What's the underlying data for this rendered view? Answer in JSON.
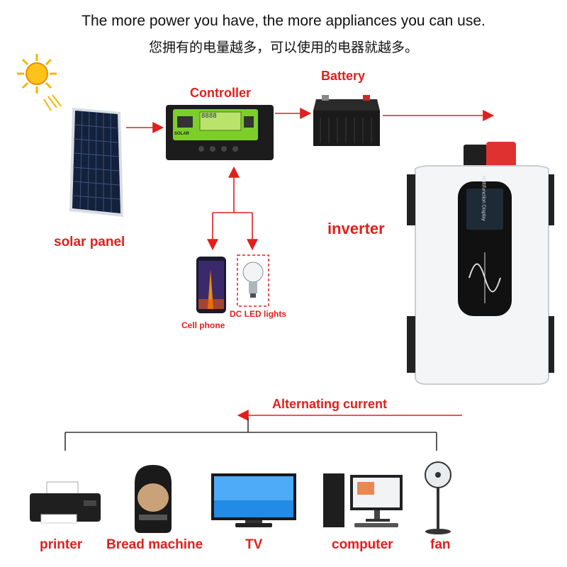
{
  "header": {
    "title_en": "The more power you have, the more appliances you can use.",
    "title_cn": "您拥有的电量越多，可以使用的电器就越多。"
  },
  "nodes": {
    "controller": "Controller",
    "battery": "Battery",
    "solar_panel": "solar panel",
    "inverter": "inverter",
    "cell_phone": "Cell phone",
    "dc_led": "DC LED lights",
    "controller_screen": "8888",
    "controller_brand": "SOLAR",
    "inverter_display": "Multifunction Display"
  },
  "ac_label": "Alternating current",
  "appliances": [
    {
      "label": "printer"
    },
    {
      "label": "Bread machine"
    },
    {
      "label": "TV"
    },
    {
      "label": "computer"
    },
    {
      "label": "fan"
    }
  ],
  "colors": {
    "accent": "#e0201c",
    "wire_dark": "#333333",
    "controller_green": "#7ccf2a"
  }
}
